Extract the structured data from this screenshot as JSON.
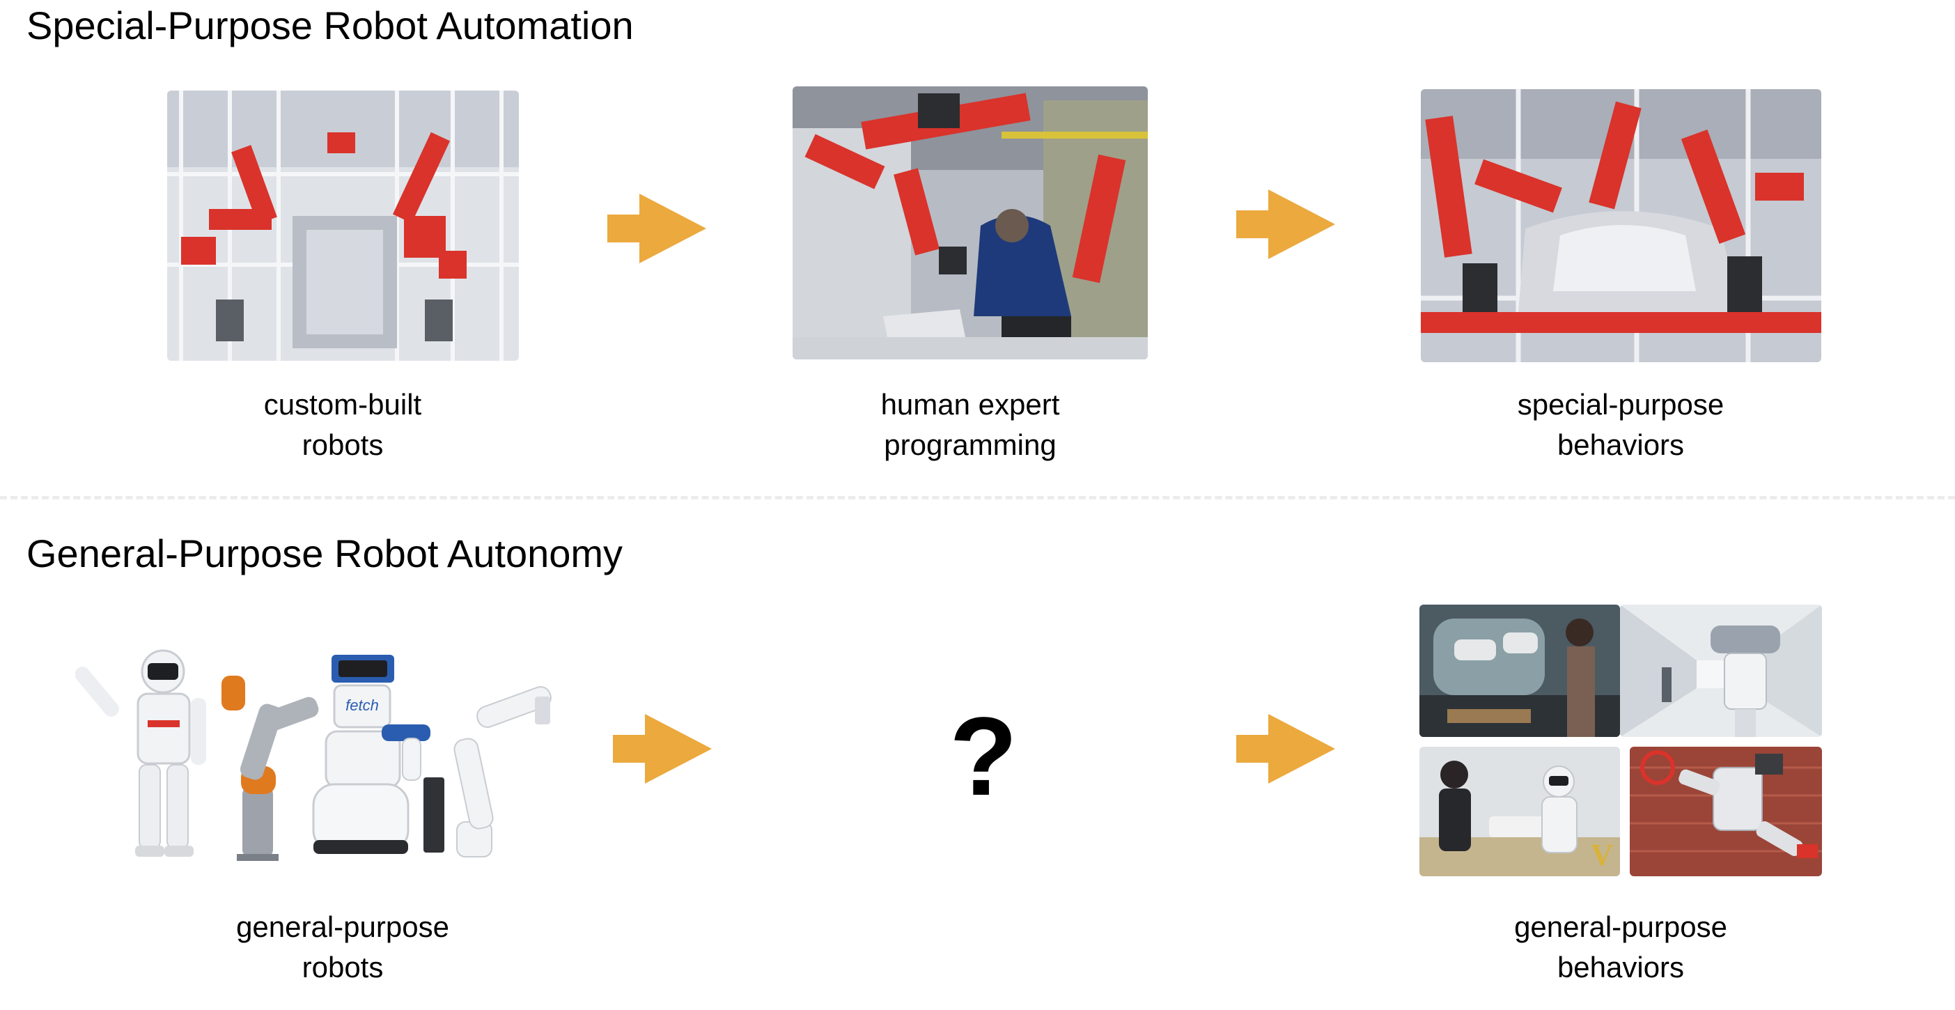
{
  "top_section": {
    "title": "Special-Purpose Robot Automation",
    "captions": {
      "custom_built": [
        "custom-built",
        "robots"
      ],
      "human_expert": [
        "human expert",
        "programming"
      ],
      "special_behaviors": [
        "special-purpose",
        "behaviors"
      ]
    }
  },
  "bottom_section": {
    "title": "General-Purpose Robot Autonomy",
    "captions": {
      "general_robots": [
        "general-purpose",
        "robots"
      ],
      "general_behaviors": [
        "general-purpose",
        "behaviors"
      ]
    },
    "unknown_symbol": "?"
  },
  "visible_photo_text": {
    "fetch_logo": "fetch",
    "tile_letter": "V"
  },
  "colors": {
    "arrow": "#EBA93E",
    "robot_red": "#D9332B",
    "robot_orange": "#E07A1F",
    "divider": "#ECECEC"
  }
}
